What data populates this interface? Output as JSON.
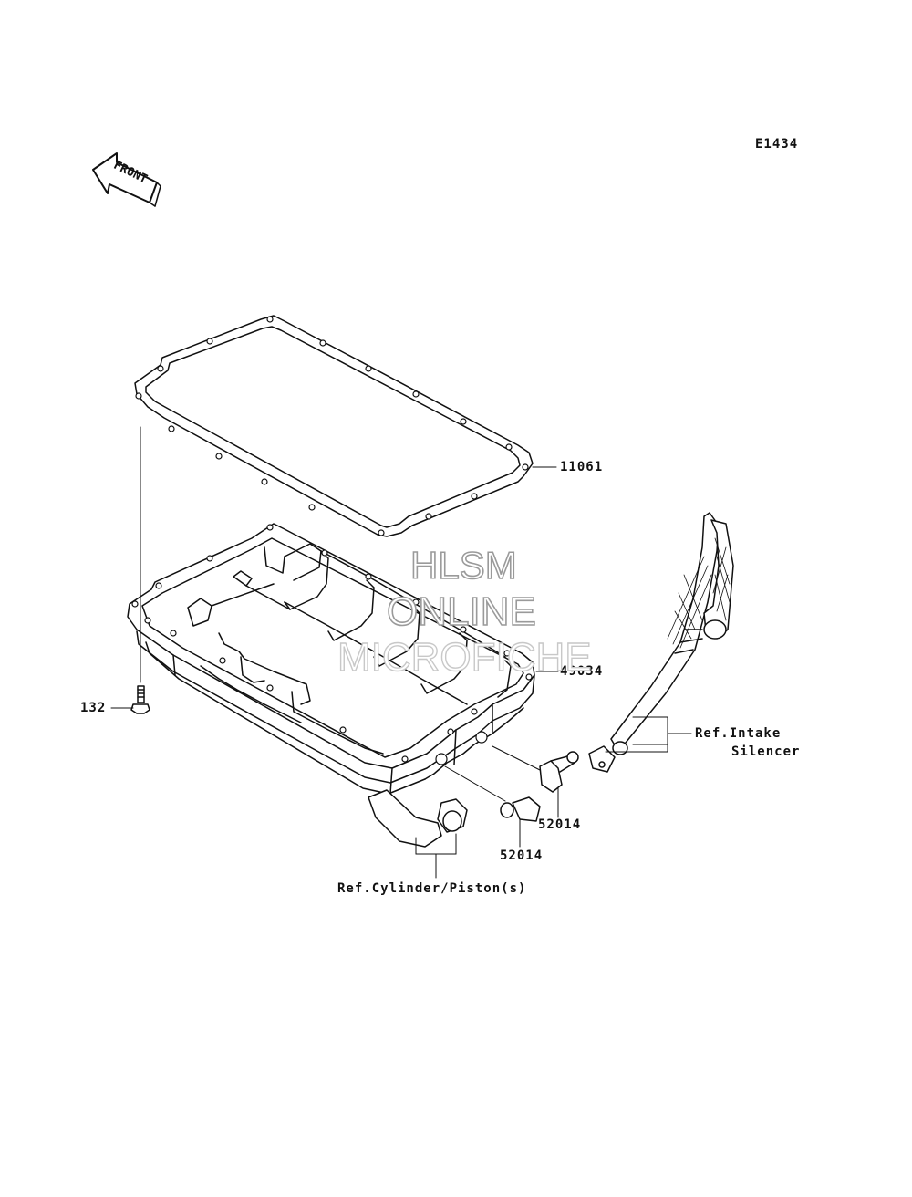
{
  "diagram": {
    "code": "E1434",
    "front_label": "FRONT",
    "parts": {
      "gasket": "11061",
      "oil_pan": "49034",
      "bolt": "132",
      "fitting_upper": "52014",
      "fitting_lower": "52014"
    },
    "references": {
      "intake_line1": "Ref.Intake",
      "intake_line2": "Silencer",
      "cylinder": "Ref.Cylinder/Piston(s)"
    },
    "watermark": {
      "line1": "HLSM",
      "line2": "ONLINE",
      "line3": "MICROFICHE"
    }
  }
}
